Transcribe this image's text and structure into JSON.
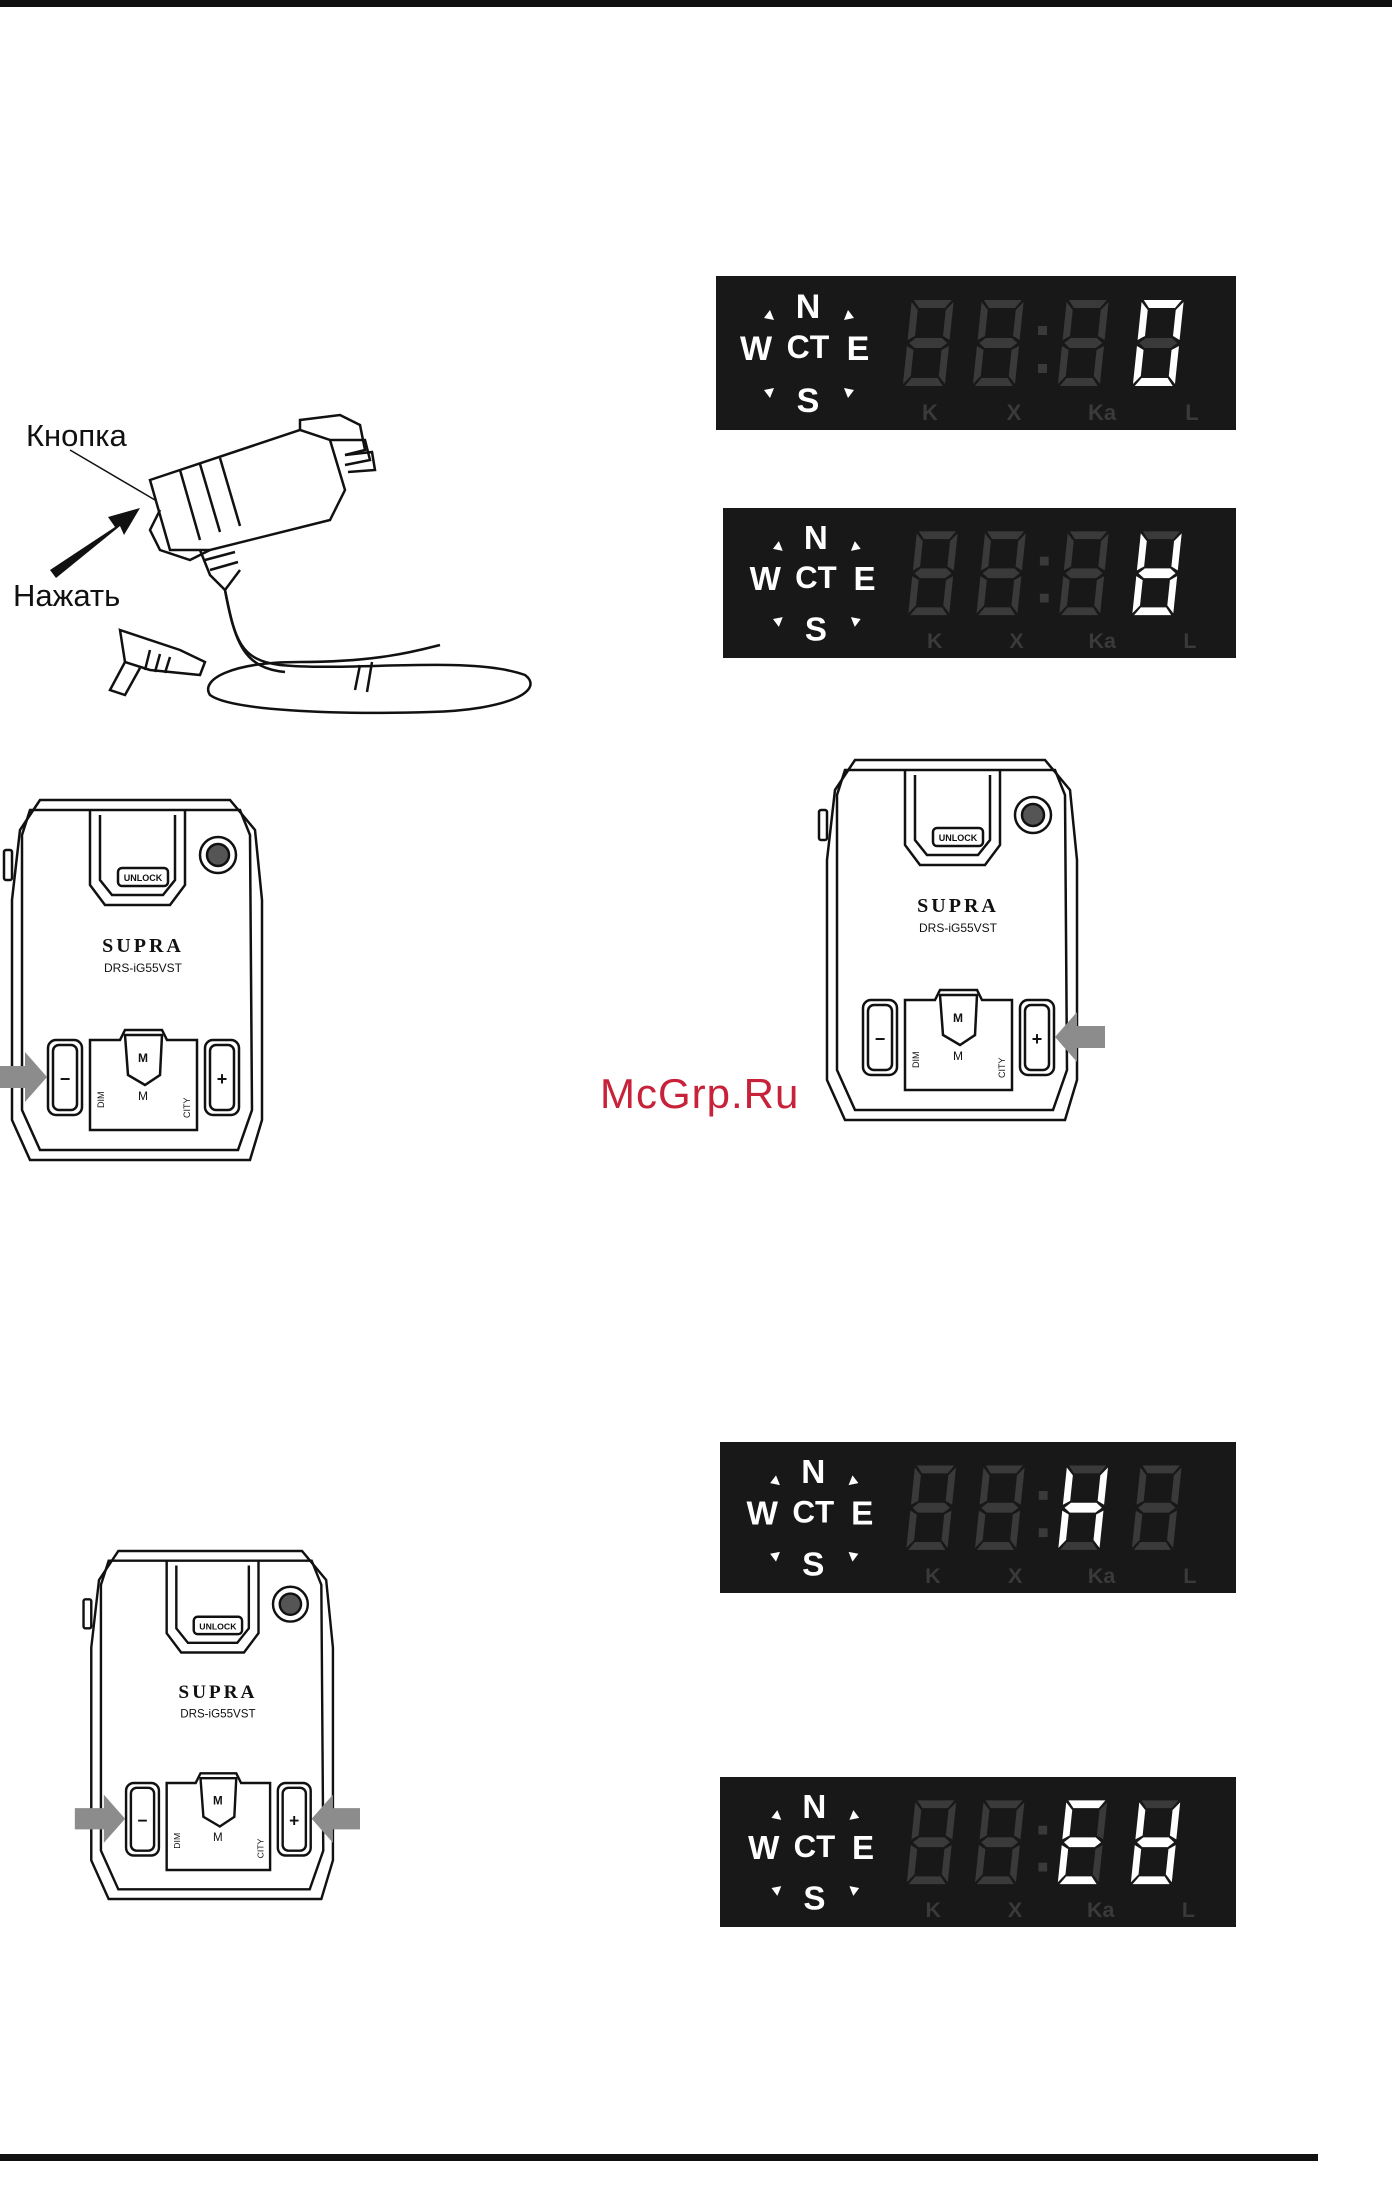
{
  "labels": {
    "button_caption": "Кнопка",
    "press_caption": "Нажать"
  },
  "watermark": "McGrp.Ru",
  "device": {
    "brand": "SUPRA",
    "model": "DRS-iG55VST",
    "unlock_label": "UNLOCK",
    "m_label": "M",
    "dim_label": "DIM",
    "city_label": "CITY",
    "minus_label": "−",
    "plus_label": "+"
  },
  "displays": [
    {
      "compass": {
        "n": "N",
        "w": "W",
        "e": "E",
        "s": "S",
        "center": "CT"
      },
      "bands": [
        "K",
        "X",
        "Ka",
        "L"
      ],
      "lit_digit_positions": [
        4
      ],
      "lit_glyph": "0"
    },
    {
      "compass": {
        "n": "N",
        "w": "W",
        "e": "E",
        "s": "S",
        "center": "CT"
      },
      "bands": [
        "K",
        "X",
        "Ka",
        "L"
      ],
      "lit_digit_positions": [
        4
      ],
      "lit_glyph": "8 lower"
    },
    {
      "compass": {
        "n": "N",
        "w": "W",
        "e": "E",
        "s": "S",
        "center": "CT"
      },
      "bands": [
        "K",
        "X",
        "Ka",
        "L"
      ],
      "lit_digit_positions": [
        3
      ],
      "lit_glyph": "H"
    },
    {
      "compass": {
        "n": "N",
        "w": "W",
        "e": "E",
        "s": "S",
        "center": "CT"
      },
      "bands": [
        "K",
        "X",
        "Ka",
        "L"
      ],
      "lit_digit_positions": [
        3,
        4
      ],
      "lit_glyph": "c b"
    }
  ],
  "colors": {
    "display_bg": "#181818",
    "dim_segment": "#3a3a3a",
    "lit_segment": "#ffffff",
    "arrow_gray": "#8c8c8c",
    "watermark": "#c8223a"
  }
}
